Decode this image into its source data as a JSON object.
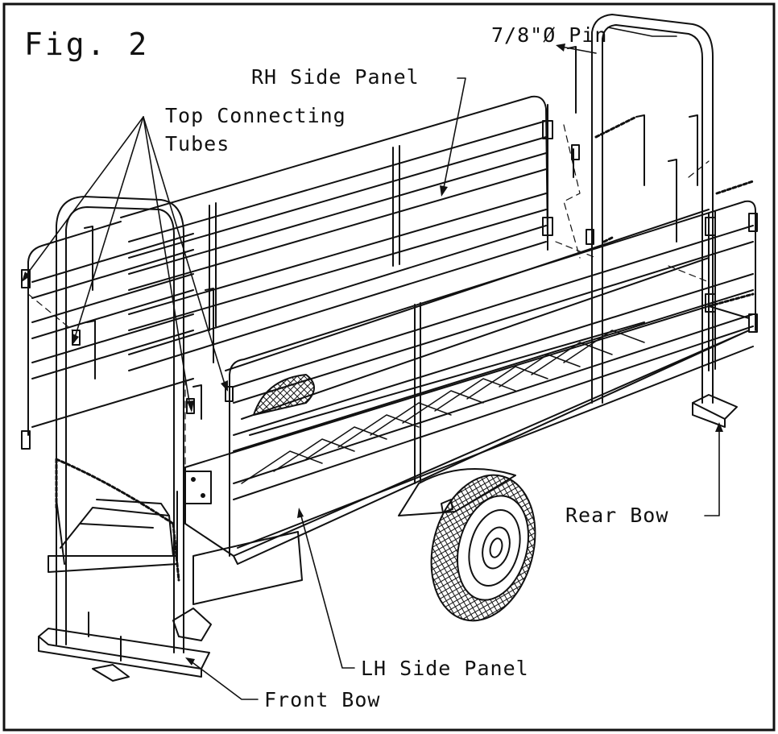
{
  "figure": {
    "title": "Fig. 2",
    "labels": {
      "pin": "7/8\"Ø Pin",
      "rh_panel": "RH Side Panel",
      "top_tubes_line1": "Top Connecting",
      "top_tubes_line2": "Tubes",
      "rear_bow": "Rear Bow",
      "lh_panel": "LH Side Panel",
      "front_bow": "Front Bow"
    }
  }
}
